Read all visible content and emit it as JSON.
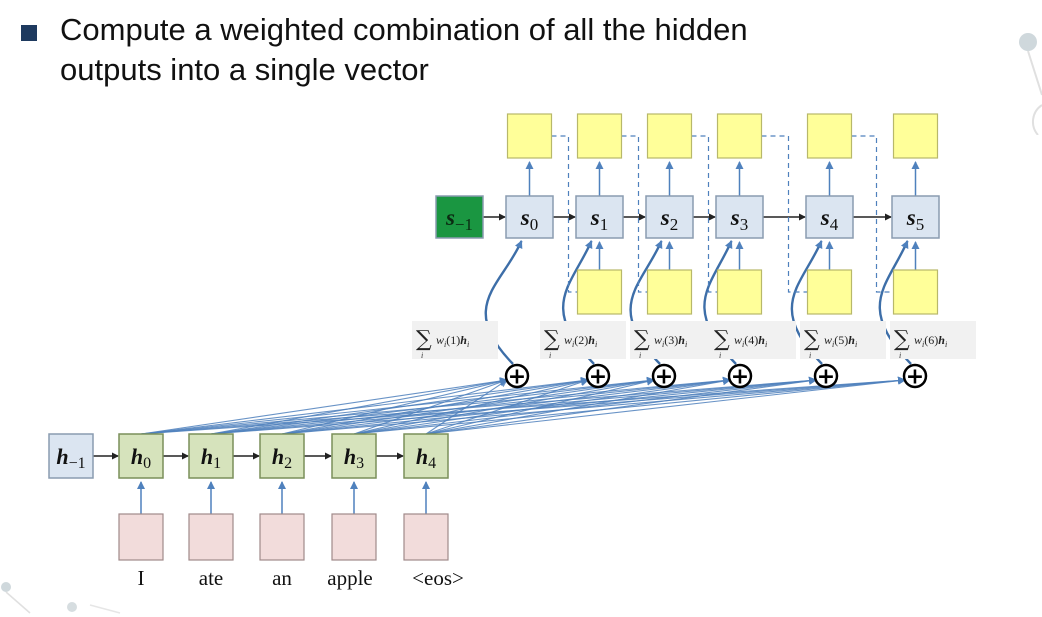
{
  "slide": {
    "bullet": "Compute a weighted combination of all the hidden\noutputs into a single vector"
  },
  "diagram": {
    "encoder": [
      {
        "name": "h",
        "sub": "−1"
      },
      {
        "name": "h",
        "sub": "0"
      },
      {
        "name": "h",
        "sub": "1"
      },
      {
        "name": "h",
        "sub": "2"
      },
      {
        "name": "h",
        "sub": "3"
      },
      {
        "name": "h",
        "sub": "4"
      }
    ],
    "inputs": [
      "I",
      "ate",
      "an",
      "apple",
      "<eos>"
    ],
    "decoder": [
      {
        "name": "s",
        "sub": "−1"
      },
      {
        "name": "s",
        "sub": "0"
      },
      {
        "name": "s",
        "sub": "1"
      },
      {
        "name": "s",
        "sub": "2"
      },
      {
        "name": "s",
        "sub": "3"
      },
      {
        "name": "s",
        "sub": "4"
      },
      {
        "name": "s",
        "sub": "5"
      }
    ],
    "context_labels": [
      {
        "pre": "w",
        "idx": "(1)",
        "post": "h"
      },
      {
        "pre": "w",
        "idx": "(2)",
        "post": "h"
      },
      {
        "pre": "w",
        "idx": "(3)",
        "post": "h"
      },
      {
        "pre": "w",
        "idx": "(4)",
        "post": "h"
      },
      {
        "pre": "w",
        "idx": "(5)",
        "post": "h"
      },
      {
        "pre": "w",
        "idx": "(6)",
        "post": "h"
      }
    ],
    "sum_symbol": "∑",
    "sum_index": "i",
    "plus_symbol": "+",
    "colors": {
      "encoder_fill": "#d6e3bc",
      "encoder_stroke": "#7a8f5a",
      "h_minus_fill": "#dbe5f1",
      "decoder_fill": "#dbe5f1",
      "decoder_stroke": "#8a9bb0",
      "s_minus_fill": "#1a9641",
      "output_fill": "#ffff99",
      "output_stroke": "#b8b86a",
      "input_fill": "#f2dcdb",
      "input_stroke": "#a08a8a",
      "arrow": "#4f81bd",
      "label_bg": "#f1f1f1"
    }
  }
}
